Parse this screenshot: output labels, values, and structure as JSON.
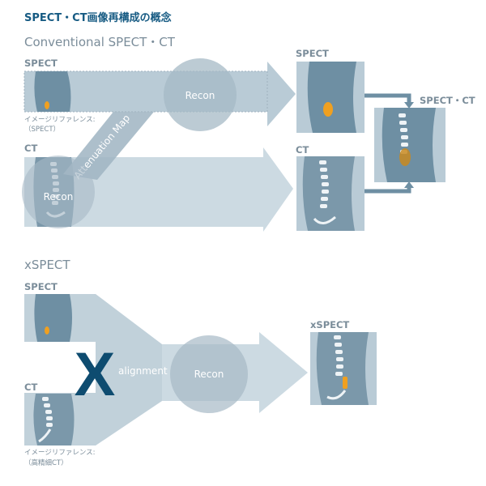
{
  "title": "SPECT・CT画像再構成の概念",
  "conventional": {
    "heading": "Conventional SPECT・CT",
    "spect_label": "SPECT",
    "ct_label": "CT",
    "spect_reference": [
      "イメージリファレンス:",
      "（SPECT）"
    ],
    "attenuation_map": "Attenuation Map",
    "recon_spect": "Recon",
    "recon_ct": "Recon",
    "out_spect": "SPECT",
    "out_ct": "CT",
    "out_fused": "SPECT・CT"
  },
  "xspect": {
    "heading": "xSPECT",
    "spect_label": "SPECT",
    "ct_label": "CT",
    "x_mark": "X",
    "alignment": "alignment",
    "recon": "Recon",
    "output": "xSPECT",
    "ct_reference": [
      "イメージリファレンス:",
      "（高精細CT）"
    ]
  },
  "colors": {
    "title": "#175b83",
    "band": "#b9cbd6",
    "image": "#6e8fa3",
    "hot": "#f0a020",
    "x": "#0e4c70"
  }
}
